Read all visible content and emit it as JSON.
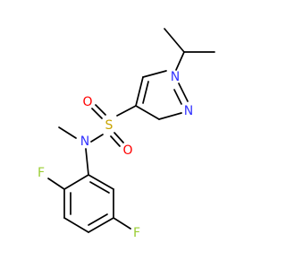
{
  "atoms": {
    "n_pyrazole_1": {
      "symbol": "N",
      "color": "#3333ff"
    },
    "n_pyrazole_2": {
      "symbol": "N",
      "color": "#3333ff"
    },
    "sulfur": {
      "symbol": "S",
      "color": "#c8a400"
    },
    "oxygen_upper": {
      "symbol": "O",
      "color": "#ff0000"
    },
    "oxygen_lower": {
      "symbol": "O",
      "color": "#ff0000"
    },
    "n_sulfonamide": {
      "symbol": "N",
      "color": "#3333ff"
    },
    "fluorine_left": {
      "symbol": "F",
      "color": "#9acd32"
    },
    "fluorine_right": {
      "symbol": "F",
      "color": "#9acd32"
    }
  }
}
